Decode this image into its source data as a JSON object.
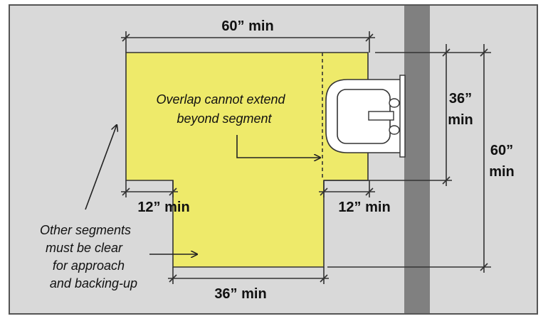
{
  "colors": {
    "background": "#d9d9d9",
    "clear_space": "#eeea6a",
    "wall": "#808080"
  },
  "dimensions": {
    "top_width": "60” min",
    "sink_depth_value": "36”",
    "sink_depth_unit": "min",
    "total_depth_value": "60”",
    "total_depth_unit": "min",
    "left_offset": "12” min",
    "right_offset": "12” min",
    "bottom_width": "36” min"
  },
  "notes": {
    "overlap_line1": "Overlap cannot extend",
    "overlap_line2": "beyond segment",
    "other_line1": "Other segments",
    "other_line2": "must be clear",
    "other_line3": "for approach",
    "other_line4": "and backing-up"
  }
}
